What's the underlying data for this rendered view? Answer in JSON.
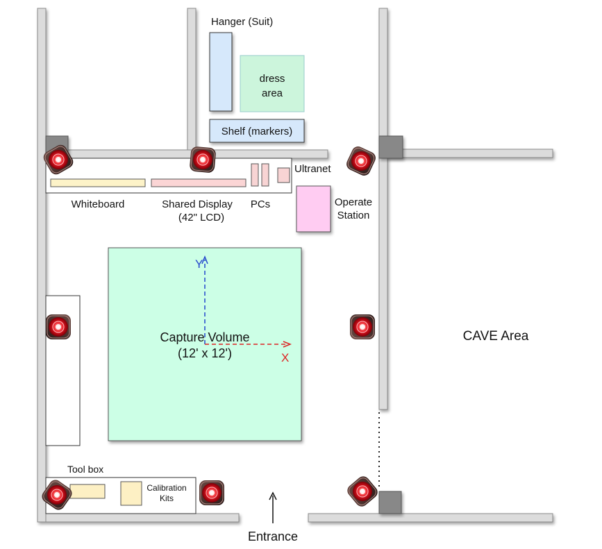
{
  "labels": {
    "hanger": "Hanger (Suit)",
    "dress_line1": "dress",
    "dress_line2": "area",
    "shelf": "Shelf (markers)",
    "ultranet": "Ultranet",
    "whiteboard": "Whiteboard",
    "shared_display_line1": "Shared Display",
    "shared_display_line2": "(42\" LCD)",
    "pcs": "PCs",
    "operate_line1": "Operate",
    "operate_line2": "Station",
    "capture_line1": "Capture Volume",
    "capture_line2": "(12' x 12')",
    "axis_y": "Y",
    "axis_x": "X",
    "cave_area": "CAVE Area",
    "tool_box": "Tool box",
    "calibration_line1": "Calibration",
    "calibration_line2": "Kits",
    "entrance": "Entrance"
  },
  "cameras": [
    {
      "id": "camera-top-left"
    },
    {
      "id": "camera-top-middle"
    },
    {
      "id": "camera-top-right"
    },
    {
      "id": "camera-left-middle"
    },
    {
      "id": "camera-right-middle"
    },
    {
      "id": "camera-bottom-left"
    },
    {
      "id": "camera-bottom-middle"
    },
    {
      "id": "camera-bottom-right"
    }
  ],
  "colors": {
    "wall": "#dcdcdc",
    "wall_stroke": "#8a8a8a",
    "capture_volume": "#ccffe6",
    "dress_area": "#ccf5dc",
    "hanger": "#d6e8fb",
    "shelf": "#d6e8fb",
    "whiteboard": "#fdf3c8",
    "shared_display": "#fbd5d5",
    "pcs": "#f8d4d4",
    "operate_station": "#ffccf2",
    "calibration": "#fdf0c4",
    "axis_y": "#2244cc",
    "axis_x": "#dd2222",
    "camera_red": "#e8202a"
  }
}
